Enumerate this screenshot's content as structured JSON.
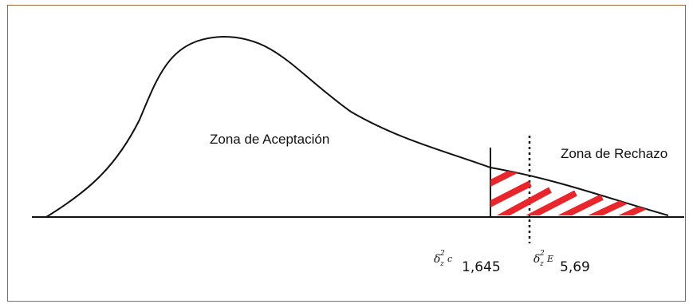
{
  "labels": {
    "acceptance_zone": "Zona de Aceptación",
    "rejection_zone": "Zona de Rechazo"
  },
  "markers": {
    "critical": {
      "symbol": "δ",
      "superscript": "2",
      "subscript": "z",
      "suffix": "c",
      "value": "1,645"
    },
    "experimental": {
      "symbol": "δ",
      "superscript": "2",
      "subscript": "z",
      "suffix": "E",
      "value": "5,69"
    }
  },
  "colors": {
    "frame_border": "#9c6b3a",
    "curve": "#111111",
    "hatch": "#e8262b"
  }
}
